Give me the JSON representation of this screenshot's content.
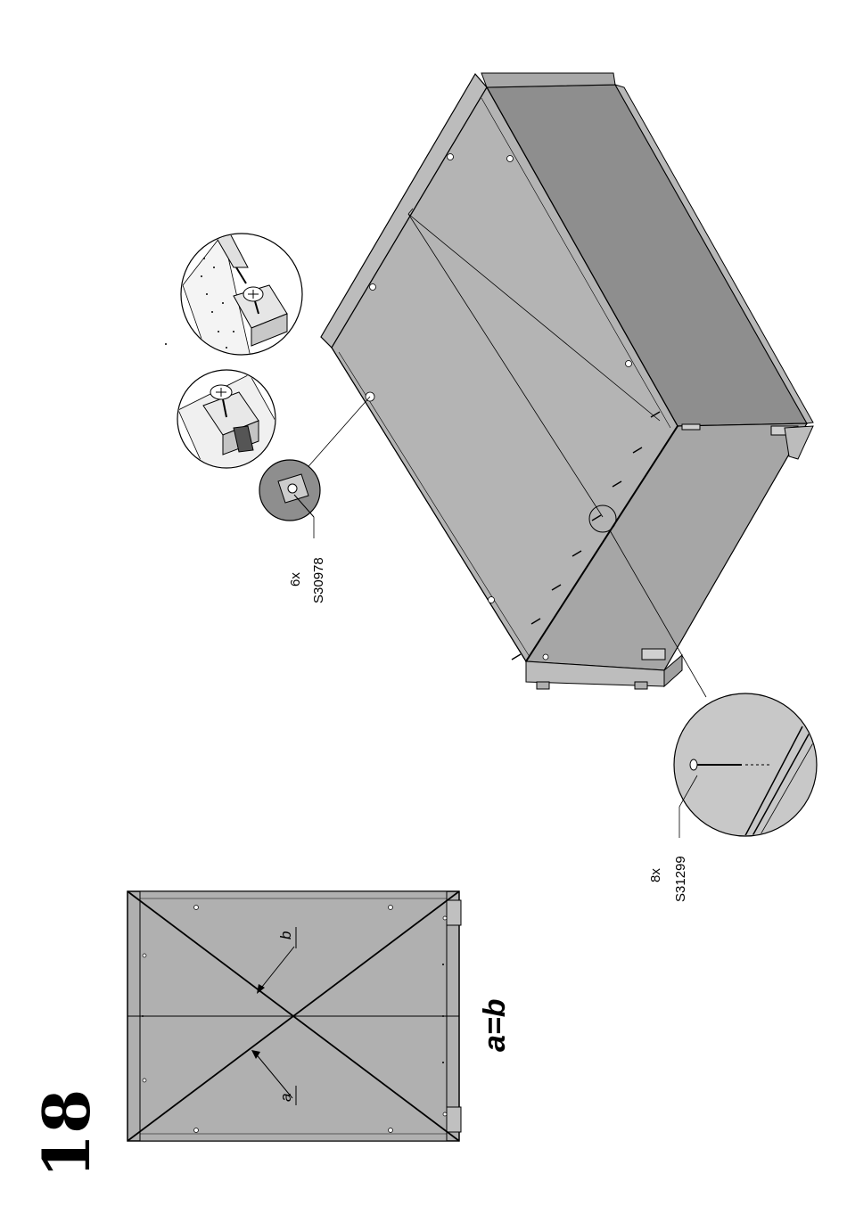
{
  "step_number": "18",
  "parts": [
    {
      "quantity": "6x",
      "code": "S30978",
      "icon": "screw-block-icon"
    },
    {
      "quantity": "8x",
      "code": "S31299",
      "icon": "nail-icon"
    }
  ],
  "check": {
    "equation": "a=b",
    "diagonal_a": "a",
    "diagonal_b": "b"
  },
  "colors": {
    "panel_light": "#b4b4b4",
    "panel_mid": "#a8a8a8",
    "panel_dark": "#8e8e8e",
    "detail_bg": "#c8c8c8",
    "line": "#000000"
  }
}
